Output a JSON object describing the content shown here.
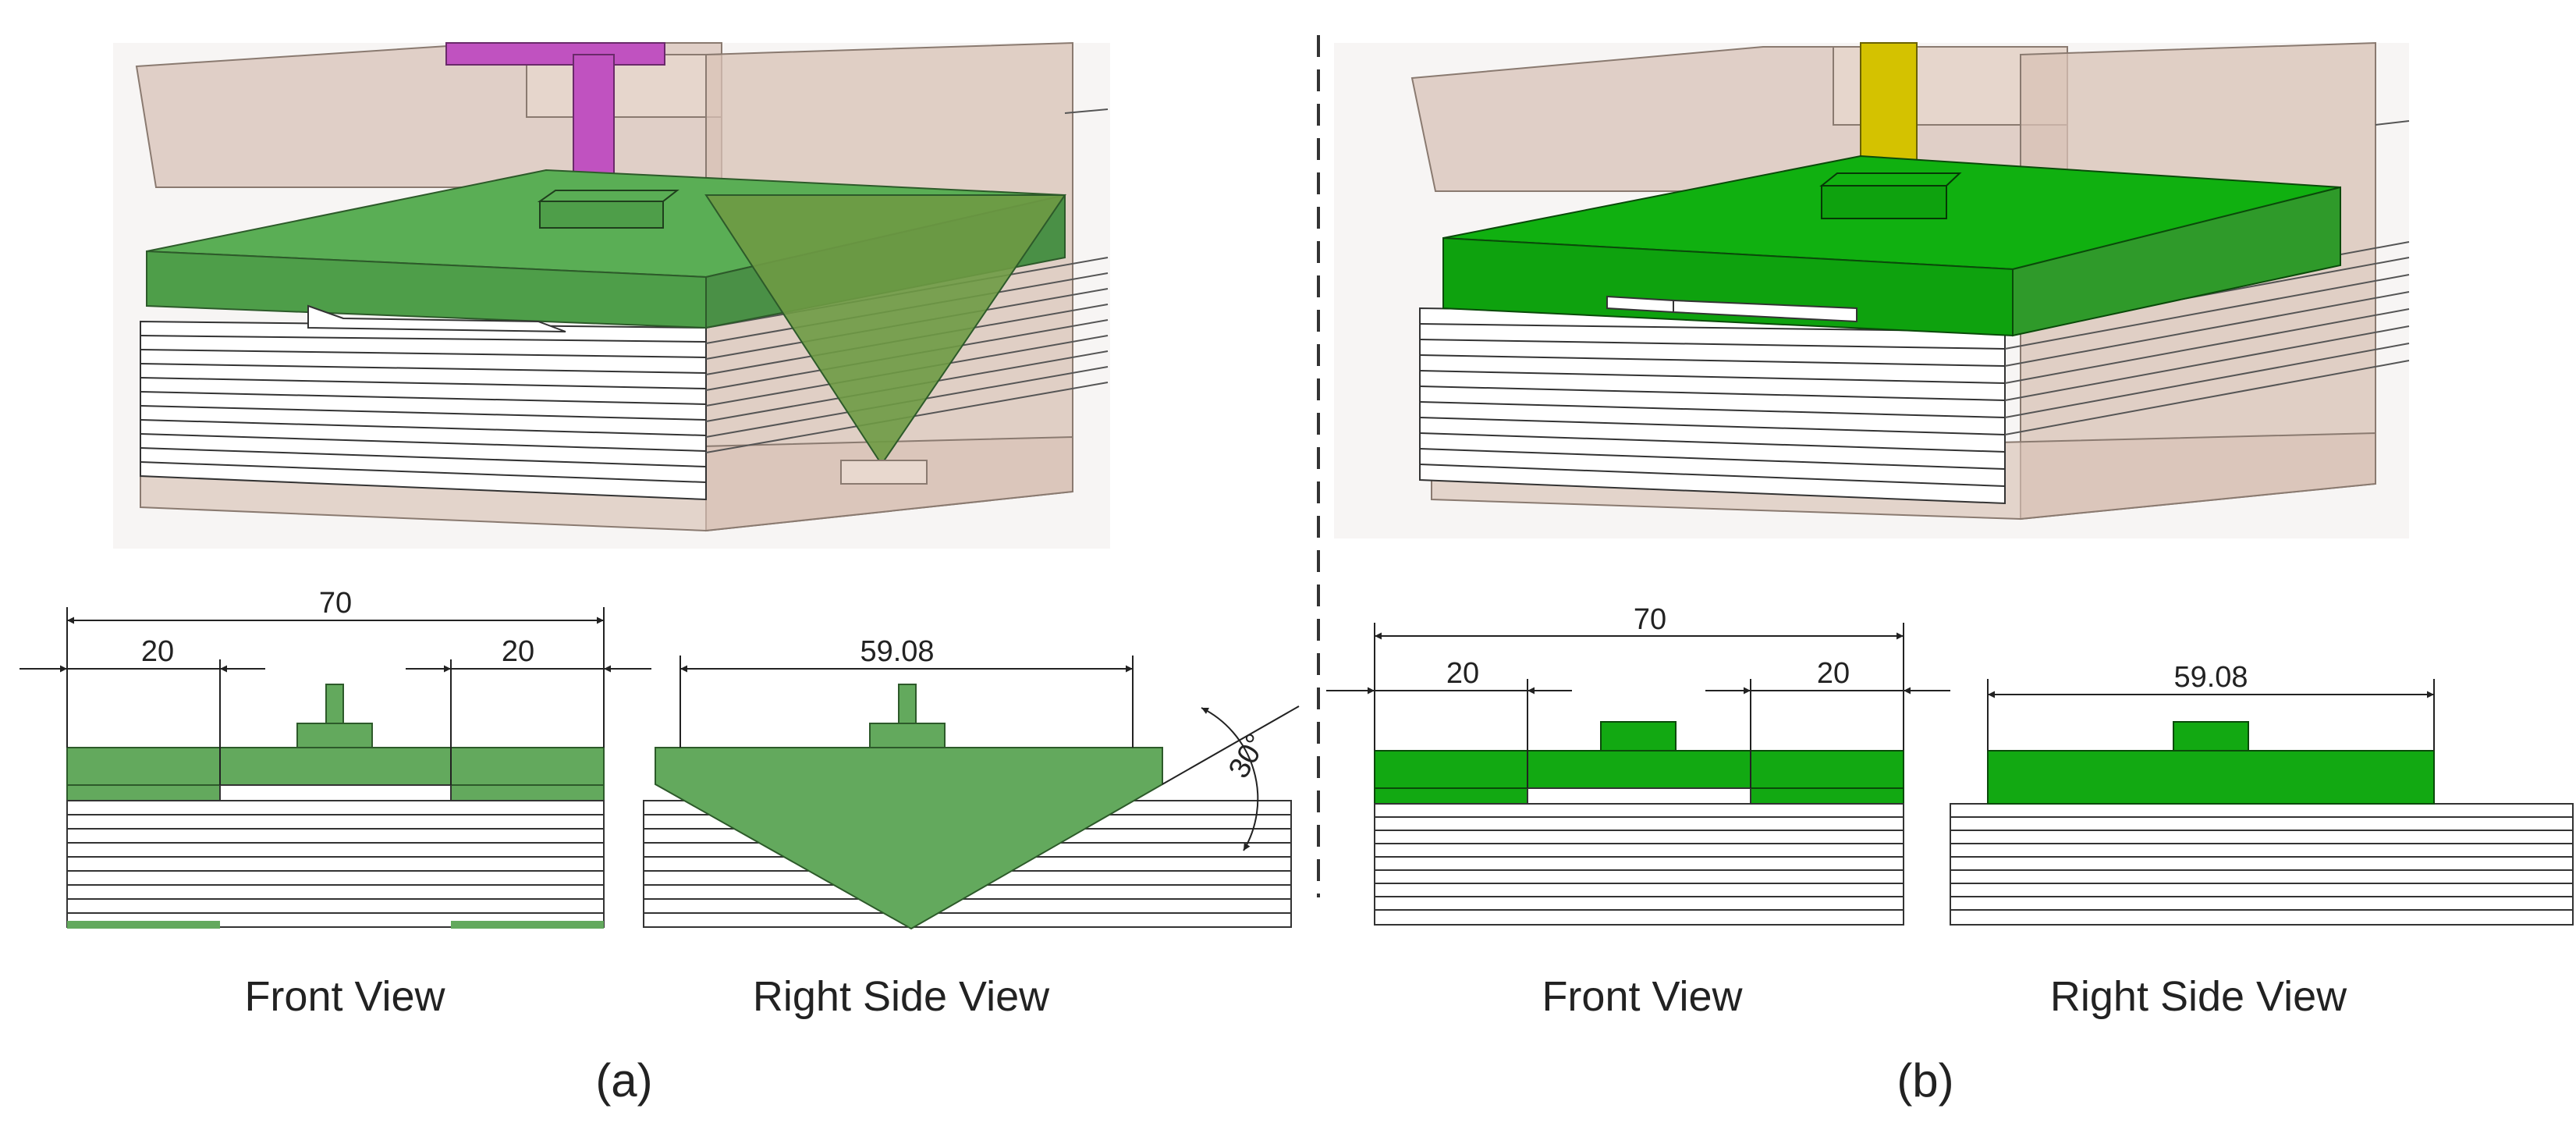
{
  "panels": [
    {
      "label": "(a)",
      "dimensions": {
        "overall_width": "70",
        "left_margin": "20",
        "right_margin": "20",
        "side_width": "59.08",
        "angle": "30°"
      },
      "views": {
        "front": "Front View",
        "side": "Right Side View"
      },
      "colors": {
        "pad": "#63a95d",
        "pad_dark": "#4f8e4a",
        "pad_iso": "#5aae55",
        "taper": "#6e9a44",
        "probe": "#c052c0",
        "housing": "#d8c2b6",
        "layers": "#ffffff",
        "outline": "#333333"
      }
    },
    {
      "label": "(b)",
      "dimensions": {
        "overall_width": "70",
        "left_margin": "20",
        "right_margin": "20",
        "side_width": "59.08"
      },
      "views": {
        "front": "Front View",
        "side": "Right Side View"
      },
      "colors": {
        "pad": "#12a912",
        "pad_dark": "#0c8a0c",
        "pad_iso": "#10b010",
        "probe": "#d4c200",
        "housing": "#d8c2b6",
        "layers": "#ffffff",
        "outline": "#333333"
      }
    }
  ]
}
